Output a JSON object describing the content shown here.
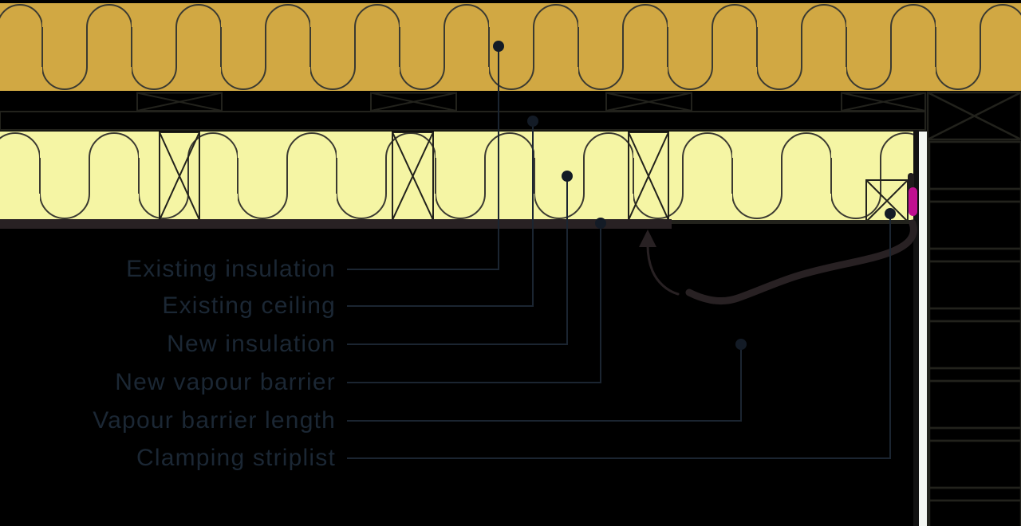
{
  "diagram": {
    "type": "construction-section",
    "labels": [
      {
        "id": "existing-insulation",
        "text": "Existing insulation"
      },
      {
        "id": "existing-ceiling",
        "text": "Existing ceiling"
      },
      {
        "id": "new-insulation",
        "text": "New insulation"
      },
      {
        "id": "new-vapour-barrier",
        "text": "New vapour barrier"
      },
      {
        "id": "vapour-barrier-length",
        "text": "Vapour barrier length"
      },
      {
        "id": "clamping-striplist",
        "text": "Clamping striplist"
      }
    ],
    "colors": {
      "background": "#000000",
      "existing_insulation": "#D1A843",
      "new_insulation": "#F5F5A4",
      "existing_ceiling": "#FBC14F",
      "batten_light": "#EDD49A",
      "batten_dark": "#E7C286",
      "wall_plate": "#E9CC8F",
      "brick": "#EF837C",
      "mortar": "#C8C9CD",
      "plaster_strip": "#F3F6F2",
      "clamp": "#C01090",
      "vapour_barrier": "#282123",
      "label_text": "#1B2734",
      "leader_line": "#1B2531"
    }
  }
}
